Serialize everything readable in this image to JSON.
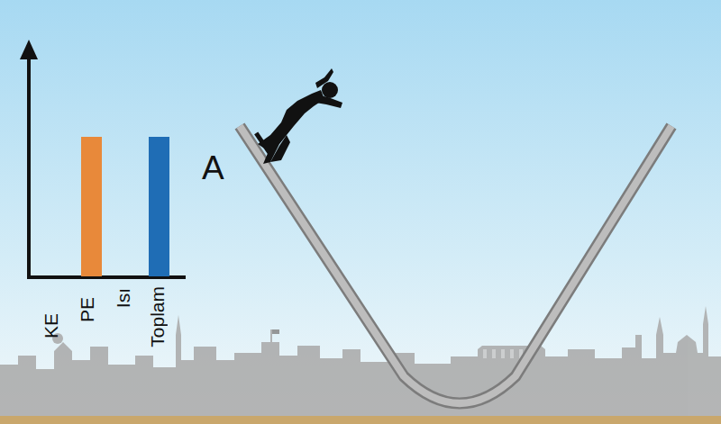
{
  "diagram": {
    "labels": [
      "KE",
      "PE",
      "Isı",
      "Toplam",
      "A"
    ]
  }
}
